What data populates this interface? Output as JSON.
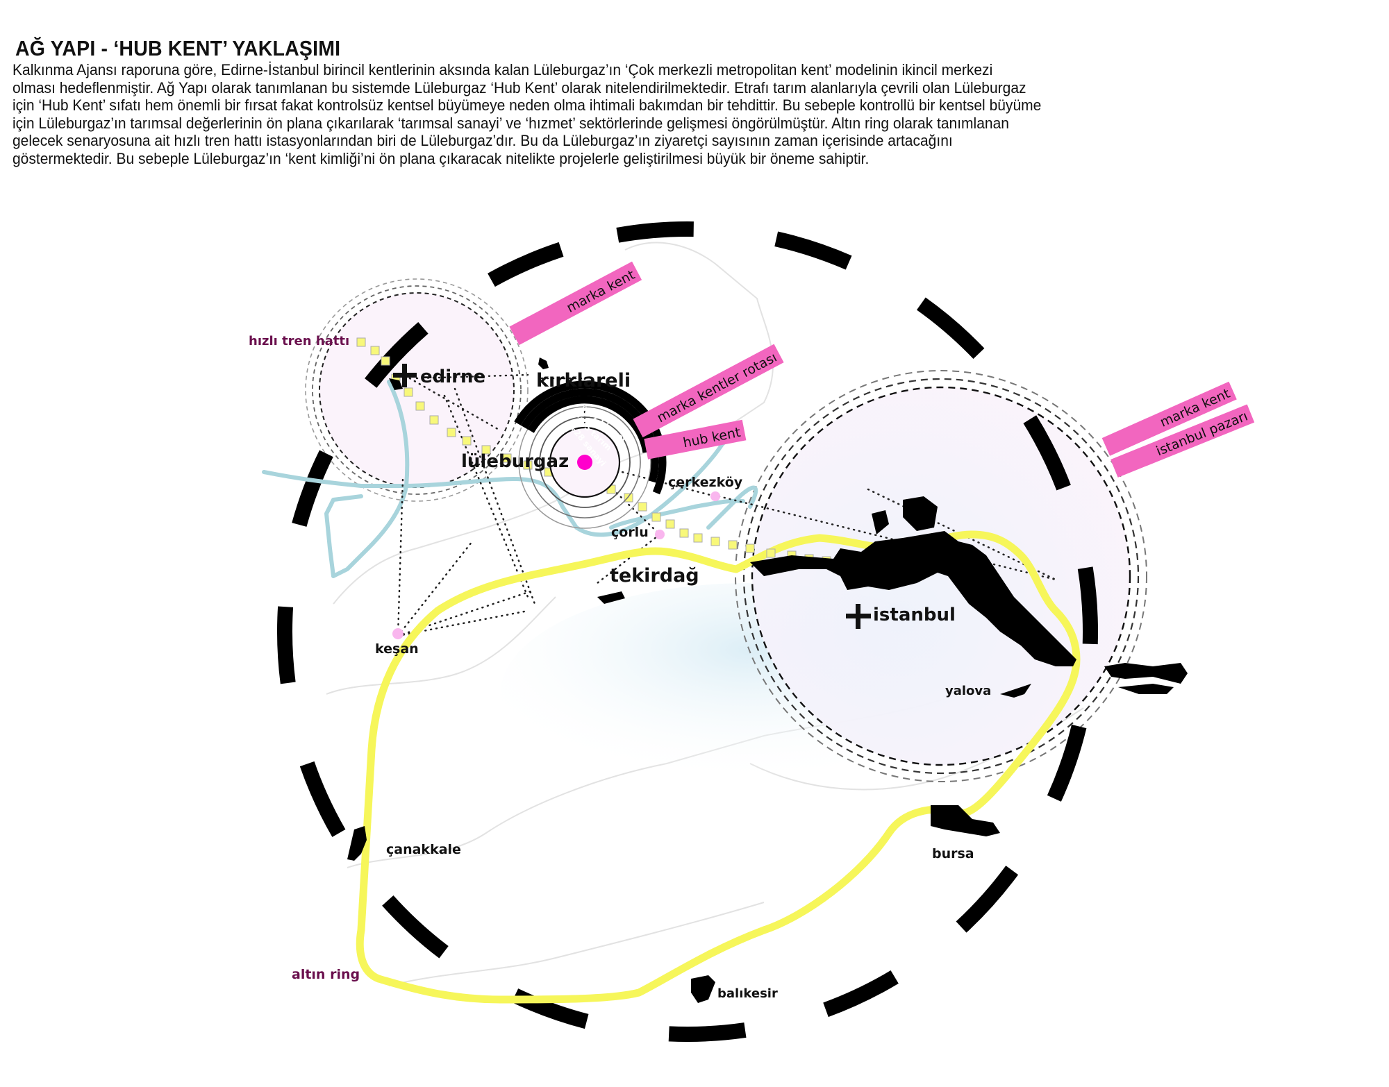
{
  "header": {
    "title": "AĞ YAPI - ‘HUB KENT’ YAKLAŞIMI",
    "paragraph_lines": [
      "Kalkınma Ajansı raporuna göre, Edirne-İstanbul birincil kentlerinin aksında kalan Lüleburgaz’ın ‘Çok merkezli metropolitan kent’ modelinin ikincil merkezi",
      "olması hedeflenmiştir. Ağ Yapı olarak tanımlanan bu sistemde Lüleburgaz ‘Hub Kent’ olarak nitelendirilmektedir. Etrafı tarım alanlarıyla çevrili olan Lüleburgaz",
      "için ‘Hub Kent’ sıfatı hem önemli bir fırsat fakat kontrolsüz kentsel büyümeye neden olma ihtimali bakımdan bir tehdittir. Bu sebeple kontrollü bir kentsel büyüme",
      "için Lüleburgaz’ın tarımsal değerlerinin ön plana çıkarılarak ‘tarımsal sanayi’ ve ‘hızmet’ sektörlerinde gelişmesi öngörülmüştür. Altın ring olarak tanımlanan",
      "gelecek senaryosuna ait hızlı tren hattı istasyonlarından biri de Lüleburgaz’dır. Bu da Lüleburgaz’ın ziyaretçi sayısının zaman içerisinde artacağını",
      "göstermektedir. Bu sebeple Lüleburgaz’ın ‘kent kimliği’ni ön plana çıkaracak nitelikte projelerle geliştirilmesi büyük bir öneme sahiptir."
    ]
  },
  "map": {
    "legend_labels": {
      "high_speed_rail": "hızlı tren hattı",
      "golden_ring": "altın ring"
    },
    "cities": {
      "edirne": "edirne",
      "kirklareli": "kırklareli",
      "luleburgaz": "lüleburgaz",
      "cerkezkoy": "çerkezköy",
      "corlu": "çorlu",
      "tekirdag": "tekirdağ",
      "kesan": "keşan",
      "istanbul": "istanbul",
      "yalova": "yalova",
      "canakkale": "çanakkale",
      "bursa": "bursa",
      "balikesir": "balıkesir"
    },
    "tags": {
      "edirne_brand": "marka kent",
      "brand_route": "marka kentler rotası",
      "hub_city": "hub kent",
      "istanbul_brand": "marka kent",
      "istanbul_market": "istanbul pazarı"
    },
    "sector_shares": [
      {
        "label": "%37 hizmet",
        "percent": 37
      },
      {
        "label": "%35 tarım",
        "percent": 35
      },
      {
        "label": "%28 sanayi",
        "percent": 28
      }
    ],
    "colors": {
      "tag_pink": "#f266bf",
      "hub_magenta": "#ff00cc",
      "ring_yellow": "#f6f65a",
      "rail_yellow": "#f8f87a",
      "river_blue": "#a8d4dc",
      "legend_purple": "#6a0f4d",
      "zone_tint": "#fbf3fb"
    }
  }
}
